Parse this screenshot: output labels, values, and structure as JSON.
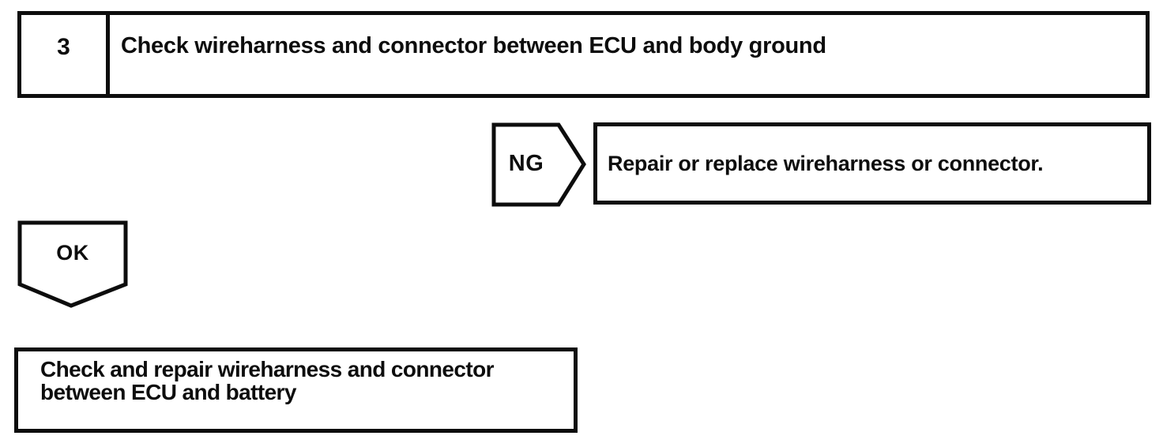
{
  "page": {
    "background_color": "#ffffff",
    "line_color": "#0d0d0d"
  },
  "step_box": {
    "number": "3",
    "title": "Check wireharness and connector between ECU and body ground"
  },
  "ng_branch": {
    "label": "NG",
    "action": "Repair or replace wireharness or connector."
  },
  "ok_branch": {
    "label": "OK"
  },
  "result_box": {
    "lines": [
      "Check and repair wireharness and connector",
      "between ECU and battery"
    ]
  }
}
